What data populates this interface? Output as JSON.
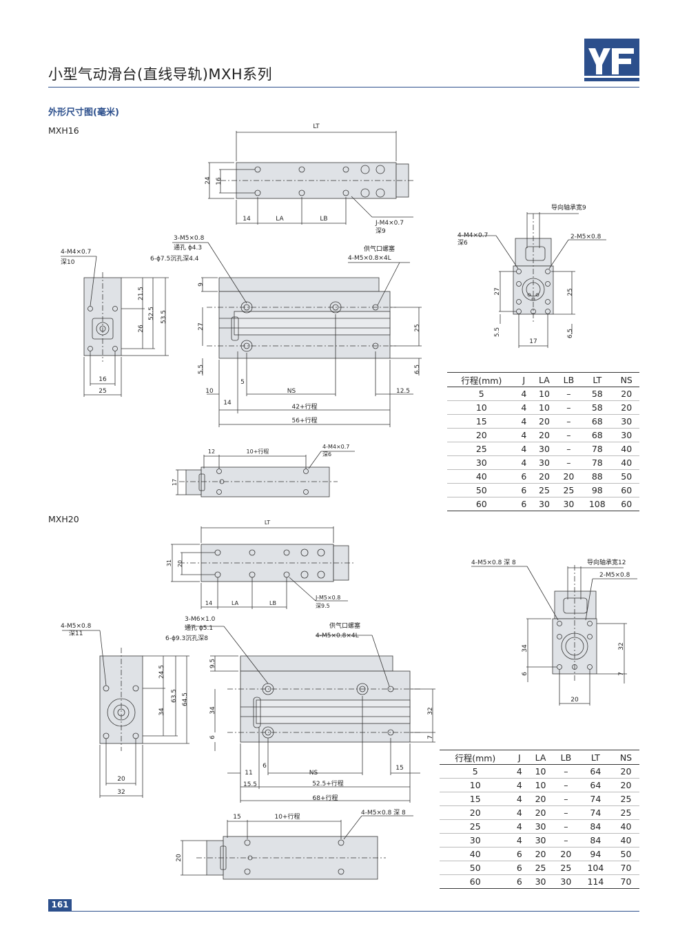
{
  "header": {
    "title": "小型气动滑台(直线导轨)MXH系列",
    "logo_text": "YF"
  },
  "section_title": "外形尺寸图(毫米)",
  "footer": {
    "page_number": "161"
  },
  "colors": {
    "accent": "#2c4f8c",
    "body_fill": "#dfe2e6"
  },
  "mxh16": {
    "model": "MXH16",
    "labels": {
      "lt": "LT",
      "dim24": "24",
      "dim16": "16",
      "dim14": "14",
      "la": "LA",
      "lb": "LB",
      "j_thread": "J-M4×0.7",
      "j_depth": "深9",
      "side_thread": "4-M4×0.7",
      "side_depth": "深10",
      "d21_5": "21.5",
      "d52_5": "52.5",
      "d53_5": "53.5",
      "d26": "26",
      "d16w": "16",
      "d25w": "25",
      "mount1": "3-M5×0.8",
      "mount2": "通孔 ϕ4.3",
      "mount3": "6-ϕ7.5沉孔深4.4",
      "port1": "供气口螺塞",
      "port2": "4-M5×0.8×4L",
      "d9": "9",
      "d27": "27",
      "d5_5": "5.5",
      "d25r": "25",
      "d6_5r": "6.5",
      "d10": "10",
      "d5": "5",
      "ns": "NS",
      "d12_5": "12.5",
      "d14b": "14",
      "len42": "42+行程",
      "len56": "56+行程",
      "b_12": "12",
      "b_stroke": "10+行程",
      "b_thread": "4-M4×0.7",
      "b_depth": "深6",
      "b_17": "17",
      "end_guide": "导向轴承宽9",
      "end_thread": "4-M4×0.7",
      "end_depth": "深6",
      "end_m5": "2-M5×0.8",
      "end_27": "27",
      "end_25": "25",
      "end_5_5": "5.5",
      "end_6_5": "6.5",
      "end_17": "17"
    },
    "table": {
      "headers": [
        "行程(mm)",
        "J",
        "LA",
        "LB",
        "LT",
        "NS"
      ],
      "rows": [
        [
          "5",
          "4",
          "10",
          "–",
          "58",
          "20"
        ],
        [
          "10",
          "4",
          "10",
          "–",
          "58",
          "20"
        ],
        [
          "15",
          "4",
          "20",
          "–",
          "68",
          "30"
        ],
        [
          "20",
          "4",
          "20",
          "–",
          "68",
          "30"
        ],
        [
          "25",
          "4",
          "30",
          "–",
          "78",
          "40"
        ],
        [
          "30",
          "4",
          "30",
          "–",
          "78",
          "40"
        ],
        [
          "40",
          "6",
          "20",
          "20",
          "88",
          "50"
        ],
        [
          "50",
          "6",
          "25",
          "25",
          "98",
          "60"
        ],
        [
          "60",
          "6",
          "30",
          "30",
          "108",
          "60"
        ]
      ]
    }
  },
  "mxh20": {
    "model": "MXH20",
    "labels": {
      "lt": "LT",
      "dim31": "31",
      "dim20": "20",
      "dim14": "14",
      "la": "LA",
      "lb": "LB",
      "j_thread": "J-M5×0.8",
      "j_depth": "深9.5",
      "side_thread": "4-M5×0.8",
      "side_depth": "深11",
      "d24_5": "24.5",
      "d63_5": "63.5",
      "d64_5": "64.5",
      "d34": "34",
      "d20w": "20",
      "d32w": "32",
      "mount1": "3-M6×1.0",
      "mount2": "通孔 ϕ5.1",
      "mount3": "6-ϕ9.3沉孔深8",
      "port1": "供气口螺塞",
      "port2": "4-M5×0.8×4L",
      "d9_5": "9.5",
      "d34v": "34",
      "d6": "6",
      "d32r": "32",
      "d7r": "7",
      "d11": "11",
      "d6b": "6",
      "ns": "NS",
      "d15": "15",
      "d15_5": "15.5",
      "len52": "52.5+行程",
      "len68": "68+行程",
      "b_15": "15",
      "b_stroke": "10+行程",
      "b_thread": "4-M5×0.8 深 8",
      "b_20": "20",
      "end_thread": "4-M5×0.8 深 8",
      "end_guide": "导向轴承宽12",
      "end_m5": "2-M5×0.8",
      "end_34": "34",
      "end_32": "32",
      "end_6": "6",
      "end_7": "7",
      "end_20": "20"
    },
    "table": {
      "headers": [
        "行程(mm)",
        "J",
        "LA",
        "LB",
        "LT",
        "NS"
      ],
      "rows": [
        [
          "5",
          "4",
          "10",
          "–",
          "64",
          "20"
        ],
        [
          "10",
          "4",
          "10",
          "–",
          "64",
          "20"
        ],
        [
          "15",
          "4",
          "20",
          "–",
          "74",
          "25"
        ],
        [
          "20",
          "4",
          "20",
          "–",
          "74",
          "25"
        ],
        [
          "25",
          "4",
          "30",
          "–",
          "84",
          "40"
        ],
        [
          "30",
          "4",
          "30",
          "–",
          "84",
          "40"
        ],
        [
          "40",
          "6",
          "20",
          "20",
          "94",
          "50"
        ],
        [
          "50",
          "6",
          "25",
          "25",
          "104",
          "70"
        ],
        [
          "60",
          "6",
          "30",
          "30",
          "114",
          "70"
        ]
      ]
    }
  }
}
